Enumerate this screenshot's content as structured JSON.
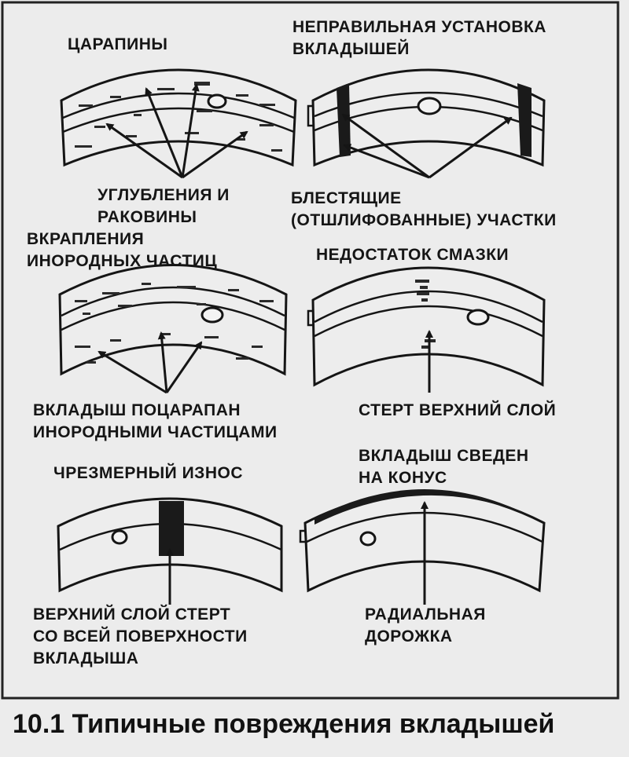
{
  "labels": {
    "scratches_title": "ЦАРАПИНЫ",
    "misinstall_line1": "НЕПРАВИЛЬНАЯ УСТАНОВКА",
    "misinstall_line2": "ВКЛАДЫШЕЙ",
    "pits_line1": "УГЛУБЛЕНИЯ И",
    "pits_line2": "РАКОВИНЫ",
    "shiny_line1": "БЛЕСТЯЩИЕ",
    "shiny_line2": "(ОТШЛИФОВАННЫЕ) УЧАСТКИ",
    "embedded_line1": "ВКРАПЛЕНИЯ",
    "embedded_line2": "ИНОРОДНЫХ ЧАСТИЦ",
    "lube_title": "НЕДОСТАТОК СМАЗКИ",
    "scratched_line1": "ВКЛАДЫШ ПОЦАРАПАН",
    "scratched_line2": "ИНОРОДНЫМИ ЧАСТИЦАМИ",
    "worn_top": "СТЕРТ ВЕРХНИЙ СЛОЙ",
    "excess_title": "ЧРЕЗМЕРНЫЙ ИЗНОС",
    "taper_line1": "ВКЛАДЫШ СВЕДЕН",
    "taper_line2": "НА КОНУС",
    "fullwear_line1": "ВЕРХНИЙ СЛОЙ СТЕРТ",
    "fullwear_line2": "СО ВСЕЙ ПОВЕРХНОСТИ",
    "fullwear_line3": "ВКЛАДЫША",
    "radial_line1": "РАДИАЛЬНАЯ",
    "radial_line2": "ДОРОЖКА"
  },
  "caption": "10.1 Типичные повреждения вкладышей"
}
